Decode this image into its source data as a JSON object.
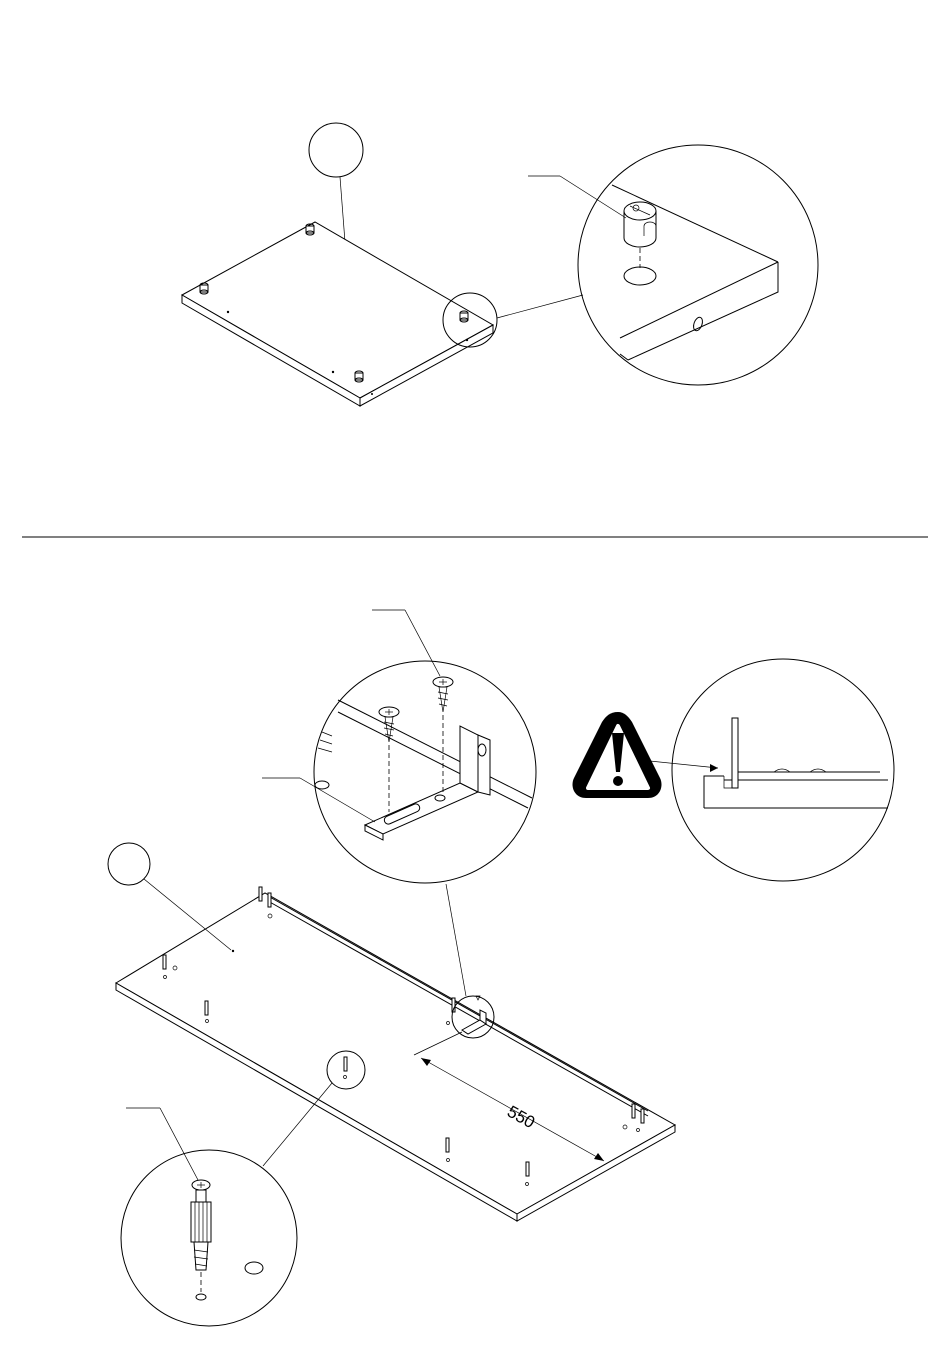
{
  "instruction_sheet": {
    "step_top": {
      "part_label": "",
      "fastener_label": "",
      "parts": [
        "cam-lock-fitting",
        "side-panel"
      ]
    },
    "step_bottom": {
      "part_label": "",
      "bracket_label": "",
      "screw_label": "",
      "dowel_label": "",
      "dimension": "550",
      "warning_icon": "exclamation-triangle-icon"
    }
  },
  "colors": {
    "ink": "#000000",
    "paper": "#ffffff"
  }
}
